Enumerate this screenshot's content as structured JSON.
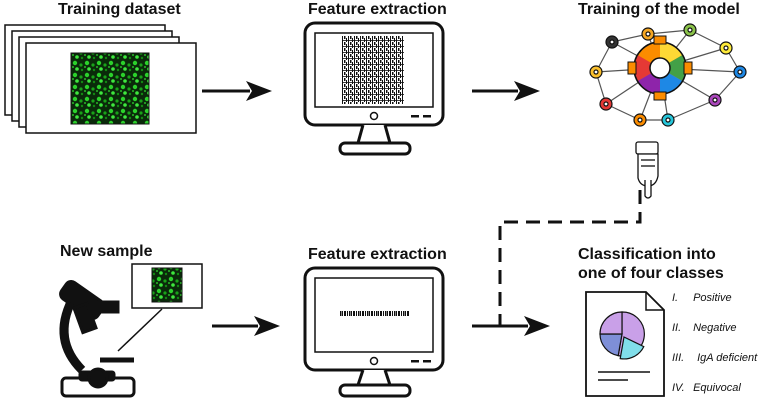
{
  "titles": {
    "training_dataset": "Training dataset",
    "feature_extraction_top": "Feature extraction",
    "training_model": "Training of the model",
    "new_sample": "New sample",
    "feature_extraction_bottom": "Feature extraction",
    "classification_line1": "Classification into",
    "classification_line2": "one of four classes"
  },
  "classes": [
    {
      "numeral": "I.",
      "label": "Positive"
    },
    {
      "numeral": "II.",
      "label": "Negative"
    },
    {
      "numeral": "III.",
      "label": "IgA deficient"
    },
    {
      "numeral": "IV.",
      "label": "Equivocal"
    }
  ],
  "colors": {
    "ink": "#111111",
    "fluorescence_green": "#2bd12b",
    "gear_center": [
      "#e53935",
      "#fb8c00",
      "#fdd835",
      "#43a047",
      "#1e88e5",
      "#8e24aa"
    ],
    "pie": [
      "#c9a0e8",
      "#80deea",
      "#7e8fd8"
    ]
  },
  "icons": [
    "microscope-icon",
    "monitor-icon",
    "gear-network-icon",
    "pointing-hand-icon",
    "report-document-icon",
    "pie-chart-icon"
  ]
}
